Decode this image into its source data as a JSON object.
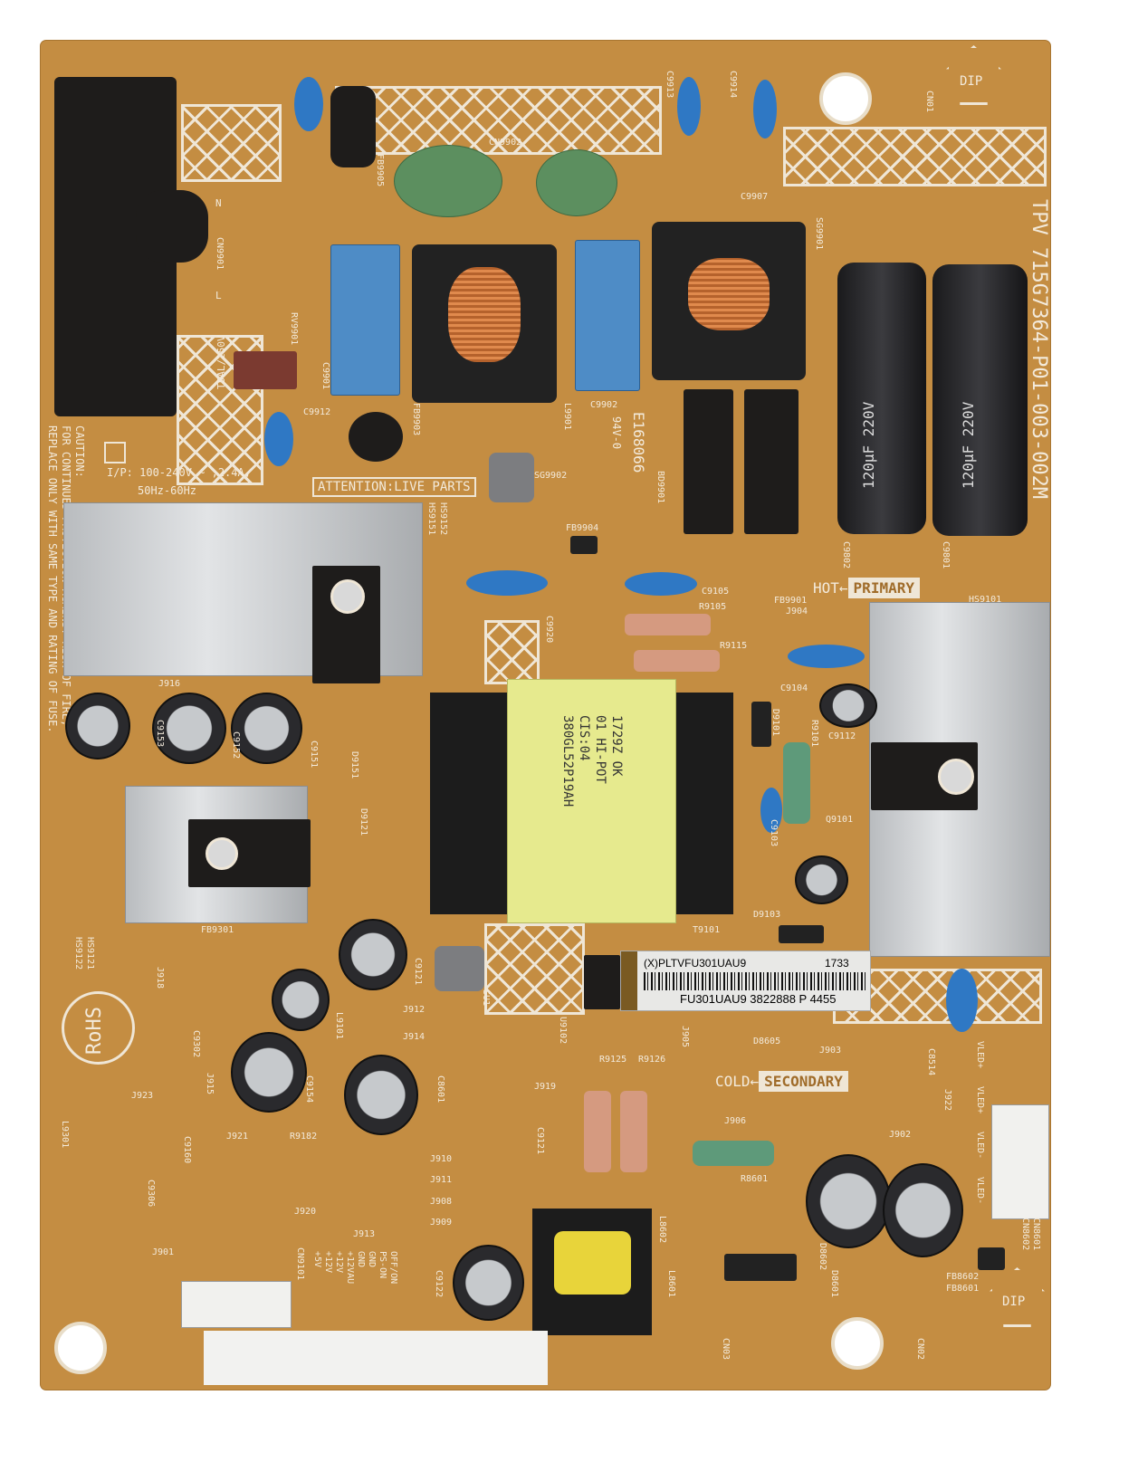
{
  "board": {
    "color": "#c48d42",
    "model": "TPV 715G7364-P01-003-002M",
    "attention": "ATTENTION:LIVE PARTS",
    "hot_primary": {
      "hot": "HOT",
      "primary": "PRIMARY"
    },
    "cold_secondary": {
      "cold": "COLD",
      "secondary": "SECONDARY"
    },
    "input_rating": [
      "I/P: 100-240V ~ ,2.4A,",
      "50Hz-60Hz"
    ],
    "caution": [
      "CAUTION:",
      "FOR CONTINUED PROTECTION AGAINST RISK OF FIRE,",
      "REPLACE ONLY WITH SAME TYPE AND RATING OF FUSE."
    ],
    "fuse": "T5AL/250V",
    "ul": [
      "E168066",
      "94V-0"
    ],
    "rohs": "RoHS",
    "dip": "DIP",
    "polarity": [
      "N",
      "L"
    ]
  },
  "sticker": {
    "part": "(X)PLTVFU301UAU9",
    "date": "1733",
    "serial": "FU301UAU9 3822888 P 4455"
  },
  "transformer_label": [
    "380GL52P19AH",
    "CIS:04",
    "01 HI-POT",
    "1729Z OK"
  ],
  "capacitor_marking": "120µF 220V",
  "designators": [
    "CN9901",
    "RV9901",
    "C9901",
    "C9912",
    "FB9905",
    "CN9902",
    "C9913",
    "C9914",
    "C9907",
    "FB9903",
    "SG9902",
    "BD9901",
    "SG9901",
    "C9902",
    "L9901",
    "FB9904",
    "C9802",
    "C9801",
    "HS9152",
    "HS9151",
    "J916",
    "C9153",
    "C9152",
    "C9151",
    "D9151",
    "C9920",
    "C9105",
    "R9105",
    "R9115",
    "FB9901",
    "J904",
    "HS9101",
    "C9104",
    "D9101",
    "R9101",
    "C9112",
    "Q9101",
    "C9103",
    "T9101",
    "D9103",
    "HS9121",
    "HS9122",
    "FB9301",
    "D9121",
    "J918",
    "C9302",
    "L9101",
    "J912",
    "C9121",
    "SU1",
    "U9102",
    "D8605",
    "J903",
    "J914",
    "J915",
    "C9154",
    "C8601",
    "R9125",
    "R9126",
    "J905",
    "J919",
    "J922",
    "C8514",
    "J923",
    "R9182",
    "J921",
    "C9160",
    "C9121",
    "J906",
    "R8601",
    "J902",
    "L9301",
    "C9306",
    "J910",
    "J911",
    "J908",
    "J909",
    "J920",
    "J913",
    "CN9101",
    "C9122",
    "L8602",
    "L8601",
    "D8602",
    "D8601",
    "FB8602",
    "FB8601",
    "CN8601",
    "CN8602",
    "J901",
    "CN03",
    "CN02",
    "CN01"
  ],
  "connector_pins": [
    "OFF/ON",
    "PS-ON",
    "GND",
    "GND",
    "+12VAU",
    "+12V",
    "+12V",
    "+5V"
  ],
  "connector_right_pins": [
    "VLED+",
    "VLED+",
    "VLED-",
    "VLED-"
  ]
}
